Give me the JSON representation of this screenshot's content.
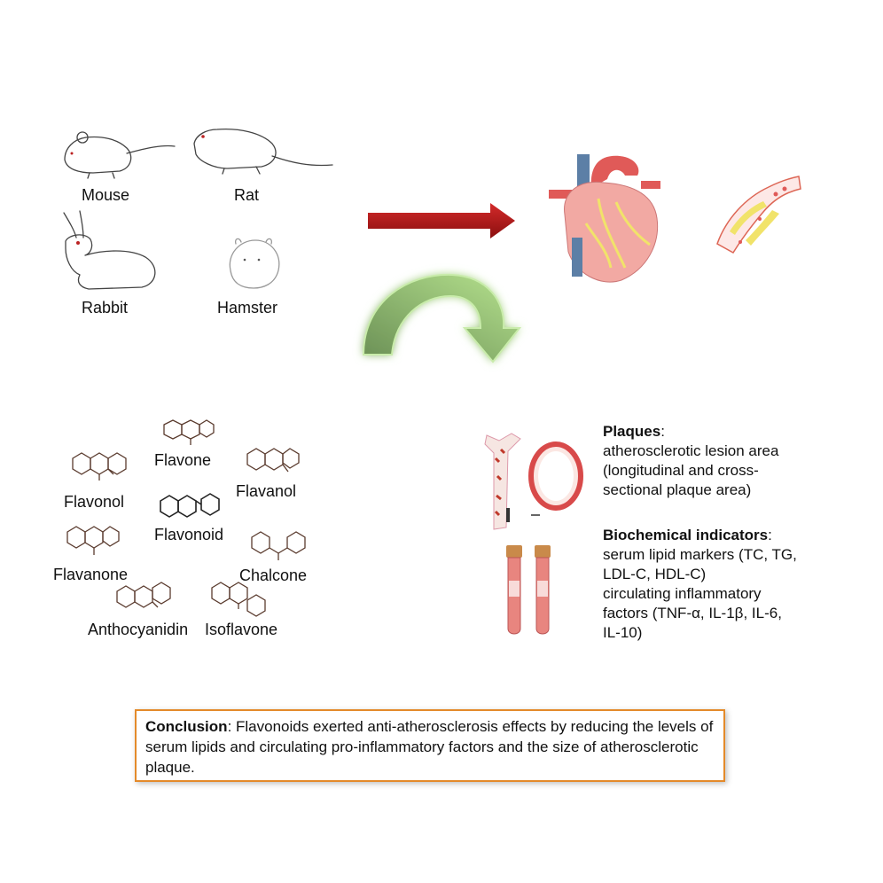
{
  "animals": {
    "mouse": "Mouse",
    "rat": "Rat",
    "rabbit": "Rabbit",
    "hamster": "Hamster"
  },
  "flavonoids": {
    "flavone": "Flavone",
    "flavonol": "Flavonol",
    "flavanol": "Flavanol",
    "flavonoid": "Flavonoid",
    "flavanone": "Flavanone",
    "chalcone": "Chalcone",
    "anthocyanidin": "Anthocyanidin",
    "isoflavone": "Isoflavone"
  },
  "outcomes": {
    "plaques_title": "Plaques",
    "plaques_line1": "atherosclerotic lesion area",
    "plaques_line2": "(longitudinal and cross-",
    "plaques_line3": "sectional plaque area)",
    "bio_title": "Biochemical indicators",
    "bio_line1": "serum lipid markers (TC, TG,",
    "bio_line2": "LDL-C, HDL-C)",
    "bio_line3": "circulating inflammatory",
    "bio_line4": "factors (TNF-α, IL-1β, IL-6,",
    "bio_line5": "IL-10)"
  },
  "conclusion": {
    "title": "Conclusion",
    "text": ": Flavonoids exerted anti-atherosclerosis effects by reducing the levels of serum lipids and circulating pro-inflammatory factors and the size of atherosclerotic plaque."
  },
  "colors": {
    "red_arrow": "#b01818",
    "green_arrow": "#8fc56a",
    "heart": "#f2a9a3",
    "vein": "#5c7fa6",
    "artery": "#e05a58",
    "fat": "#f1e36a",
    "conclusion_border": "#e48a2a"
  }
}
